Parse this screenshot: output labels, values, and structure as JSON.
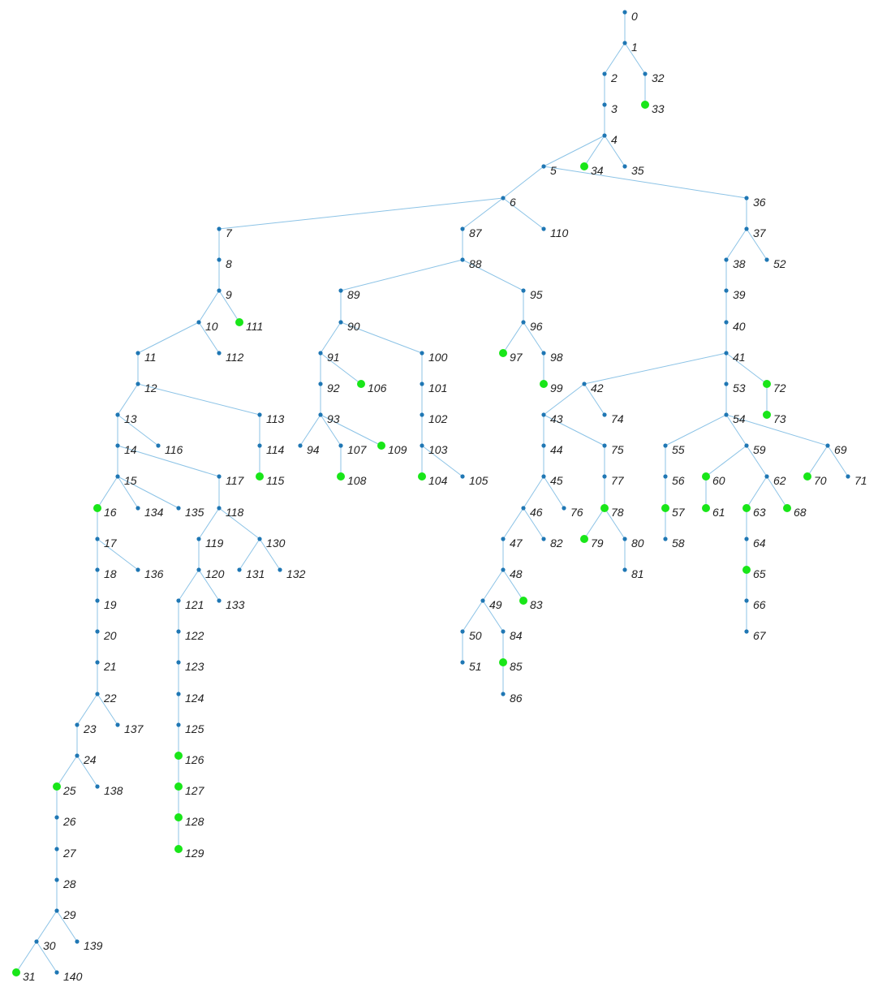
{
  "colors": {
    "edge": "#8cc3e6",
    "node_default": "#1f77b4",
    "node_highlight": "#19e619",
    "label": "#222222",
    "background": "#ffffff"
  },
  "tree": {
    "root": "0",
    "highlighted": [
      "33",
      "34",
      "16",
      "111",
      "106",
      "109",
      "108",
      "115",
      "97",
      "99",
      "104",
      "78",
      "79",
      "83",
      "85",
      "72",
      "73",
      "57",
      "60",
      "61",
      "63",
      "65",
      "68",
      "70",
      "25",
      "31",
      "126",
      "127",
      "128",
      "129"
    ],
    "edges": [
      [
        "0",
        "1"
      ],
      [
        "1",
        "2"
      ],
      [
        "1",
        "32"
      ],
      [
        "32",
        "33"
      ],
      [
        "2",
        "3"
      ],
      [
        "3",
        "4"
      ],
      [
        "4",
        "5"
      ],
      [
        "4",
        "34"
      ],
      [
        "4",
        "35"
      ],
      [
        "5",
        "6"
      ],
      [
        "5",
        "36"
      ],
      [
        "6",
        "7"
      ],
      [
        "6",
        "87"
      ],
      [
        "6",
        "110"
      ],
      [
        "7",
        "8"
      ],
      [
        "8",
        "9"
      ],
      [
        "9",
        "10"
      ],
      [
        "9",
        "111"
      ],
      [
        "10",
        "11"
      ],
      [
        "10",
        "112"
      ],
      [
        "11",
        "12"
      ],
      [
        "12",
        "13"
      ],
      [
        "12",
        "113"
      ],
      [
        "13",
        "14"
      ],
      [
        "13",
        "116"
      ],
      [
        "14",
        "15"
      ],
      [
        "14",
        "117"
      ],
      [
        "15",
        "16"
      ],
      [
        "15",
        "134"
      ],
      [
        "15",
        "135"
      ],
      [
        "16",
        "17"
      ],
      [
        "17",
        "18"
      ],
      [
        "17",
        "136"
      ],
      [
        "18",
        "19"
      ],
      [
        "19",
        "20"
      ],
      [
        "20",
        "21"
      ],
      [
        "21",
        "22"
      ],
      [
        "22",
        "23"
      ],
      [
        "22",
        "137"
      ],
      [
        "23",
        "24"
      ],
      [
        "24",
        "25"
      ],
      [
        "24",
        "138"
      ],
      [
        "25",
        "26"
      ],
      [
        "26",
        "27"
      ],
      [
        "27",
        "28"
      ],
      [
        "28",
        "29"
      ],
      [
        "29",
        "30"
      ],
      [
        "29",
        "139"
      ],
      [
        "30",
        "31"
      ],
      [
        "30",
        "140"
      ],
      [
        "113",
        "114"
      ],
      [
        "114",
        "115"
      ],
      [
        "117",
        "118"
      ],
      [
        "118",
        "119"
      ],
      [
        "118",
        "130"
      ],
      [
        "119",
        "120"
      ],
      [
        "120",
        "121"
      ],
      [
        "120",
        "133"
      ],
      [
        "121",
        "122"
      ],
      [
        "122",
        "123"
      ],
      [
        "123",
        "124"
      ],
      [
        "124",
        "125"
      ],
      [
        "125",
        "126"
      ],
      [
        "126",
        "127"
      ],
      [
        "127",
        "128"
      ],
      [
        "128",
        "129"
      ],
      [
        "130",
        "131"
      ],
      [
        "130",
        "132"
      ],
      [
        "87",
        "88"
      ],
      [
        "88",
        "89"
      ],
      [
        "88",
        "95"
      ],
      [
        "89",
        "90"
      ],
      [
        "90",
        "91"
      ],
      [
        "90",
        "100"
      ],
      [
        "91",
        "92"
      ],
      [
        "91",
        "106"
      ],
      [
        "92",
        "93"
      ],
      [
        "93",
        "94"
      ],
      [
        "93",
        "107"
      ],
      [
        "93",
        "109"
      ],
      [
        "107",
        "108"
      ],
      [
        "100",
        "101"
      ],
      [
        "101",
        "102"
      ],
      [
        "102",
        "103"
      ],
      [
        "103",
        "104"
      ],
      [
        "103",
        "105"
      ],
      [
        "95",
        "96"
      ],
      [
        "96",
        "97"
      ],
      [
        "96",
        "98"
      ],
      [
        "98",
        "99"
      ],
      [
        "36",
        "37"
      ],
      [
        "37",
        "38"
      ],
      [
        "37",
        "52"
      ],
      [
        "38",
        "39"
      ],
      [
        "39",
        "40"
      ],
      [
        "40",
        "41"
      ],
      [
        "41",
        "42"
      ],
      [
        "41",
        "53"
      ],
      [
        "41",
        "72"
      ],
      [
        "72",
        "73"
      ],
      [
        "42",
        "43"
      ],
      [
        "42",
        "74"
      ],
      [
        "43",
        "44"
      ],
      [
        "43",
        "75"
      ],
      [
        "44",
        "45"
      ],
      [
        "45",
        "46"
      ],
      [
        "45",
        "76"
      ],
      [
        "46",
        "47"
      ],
      [
        "46",
        "82"
      ],
      [
        "47",
        "48"
      ],
      [
        "48",
        "49"
      ],
      [
        "48",
        "83"
      ],
      [
        "49",
        "50"
      ],
      [
        "49",
        "84"
      ],
      [
        "50",
        "51"
      ],
      [
        "84",
        "85"
      ],
      [
        "85",
        "86"
      ],
      [
        "75",
        "77"
      ],
      [
        "77",
        "78"
      ],
      [
        "78",
        "79"
      ],
      [
        "78",
        "80"
      ],
      [
        "80",
        "81"
      ],
      [
        "53",
        "54"
      ],
      [
        "54",
        "55"
      ],
      [
        "54",
        "59"
      ],
      [
        "54",
        "69"
      ],
      [
        "55",
        "56"
      ],
      [
        "56",
        "57"
      ],
      [
        "57",
        "58"
      ],
      [
        "59",
        "60"
      ],
      [
        "59",
        "62"
      ],
      [
        "60",
        "61"
      ],
      [
        "62",
        "63"
      ],
      [
        "62",
        "68"
      ],
      [
        "63",
        "64"
      ],
      [
        "64",
        "65"
      ],
      [
        "65",
        "66"
      ],
      [
        "66",
        "67"
      ],
      [
        "69",
        "70"
      ],
      [
        "69",
        "71"
      ]
    ]
  }
}
